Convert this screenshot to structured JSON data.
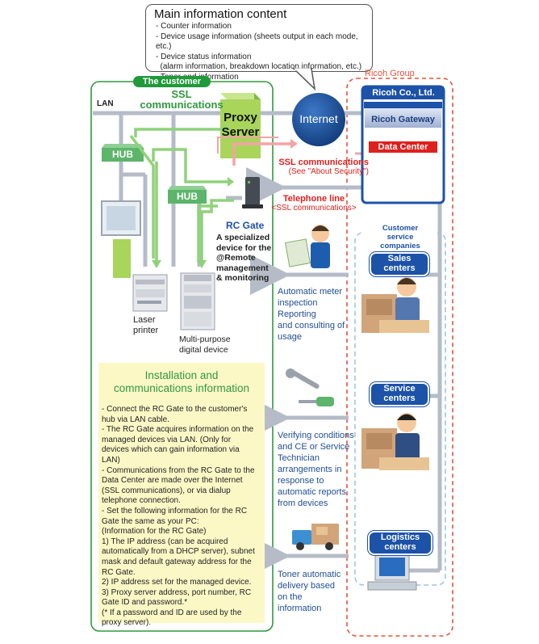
{
  "callout": {
    "title": "Main information content",
    "items": [
      "- Counter information",
      "- Device usage information (sheets output in each mode, etc.)",
      "- Device status information",
      "  (alarm information, breakdown location information, etc.)",
      "- Toner end information"
    ]
  },
  "customer": {
    "label": "The customer",
    "ssl_line1": "SSL",
    "ssl_line2": "communications",
    "lan": "LAN",
    "proxy_line1": "Proxy",
    "proxy_line2": "Server",
    "hub1": "HUB",
    "hub2": "HUB",
    "rc_gate_title": "RC Gate",
    "rc_gate_desc": [
      "A specialized",
      "device for the",
      "@Remote",
      "management",
      "& monitoring"
    ],
    "laser_printer": [
      "Laser",
      "printer"
    ],
    "mfp": [
      "Multi-purpose",
      "digital device"
    ]
  },
  "internet": "Internet",
  "ssl_center": {
    "line1": "SSL communications",
    "line2": "(See \"About Security\")"
  },
  "telephone": {
    "line1": "Telephone line",
    "line2": "<SSL communications>"
  },
  "ricoh": {
    "group": "Ricoh Group",
    "company": "Ricoh Co., Ltd.",
    "gateway": "Ricoh Gateway",
    "datacenter": "Data Center"
  },
  "csc": {
    "label": [
      "Customer",
      "service",
      "companies"
    ],
    "sales": [
      "Sales",
      "centers"
    ],
    "service": [
      "Service",
      "centers"
    ],
    "logistics": [
      "Logistics",
      "centers"
    ]
  },
  "flows": {
    "sales": [
      "Automatic meter",
      "inspection",
      "Reporting",
      "and consulting of",
      "usage"
    ],
    "service": [
      "Verifying conditions",
      "and CE or Service",
      "Technician",
      "arrangements in",
      "response to",
      "automatic reports",
      "from devices"
    ],
    "logistics": [
      "Toner automatic",
      "delivery based",
      "on the",
      "information"
    ]
  },
  "install": {
    "title1": "Installation and",
    "title2": "communications information",
    "lines": [
      "- Connect the RC Gate to the customer's",
      "hub via LAN cable.",
      "- The RC Gate acquires information on the",
      "managed devices via LAN. (Only for",
      "devices which can gain information via",
      "LAN)",
      "- Communications from the RC Gate to the",
      "Data Center are made over the Internet",
      "(SSL communications), or via dialup",
      "telephone connection.",
      "- Set the following information for the RC",
      "Gate the same as your PC:",
      "(Information for the RC Gate)",
      "1) The IP address (can be acquired",
      "automatically from a DHCP server), subnet",
      "mask and default gateway address for the",
      "RC Gate.",
      "2) IP address set for the managed device.",
      "3) Proxy server address, port number, RC",
      "Gate ID and password.*",
      "(* If a password and ID are used by the",
      "proxy server)."
    ]
  },
  "colors": {
    "customer_border": "#2f9a3f",
    "customer_label_bg": "#1f9a3a",
    "ssl_green": "#2f9a3f",
    "proxy_green": "#a8d55a",
    "hub_green": "#5cb56a",
    "line_gray": "#b5bcc8",
    "ricoh_dashed": "#e8523a",
    "ricoh_blue": "#1c52a8",
    "internet_blue": "#1b4f9e",
    "red": "#e0201c",
    "install_bg": "#fcf8c6",
    "flow_blue": "#1f4e96"
  }
}
